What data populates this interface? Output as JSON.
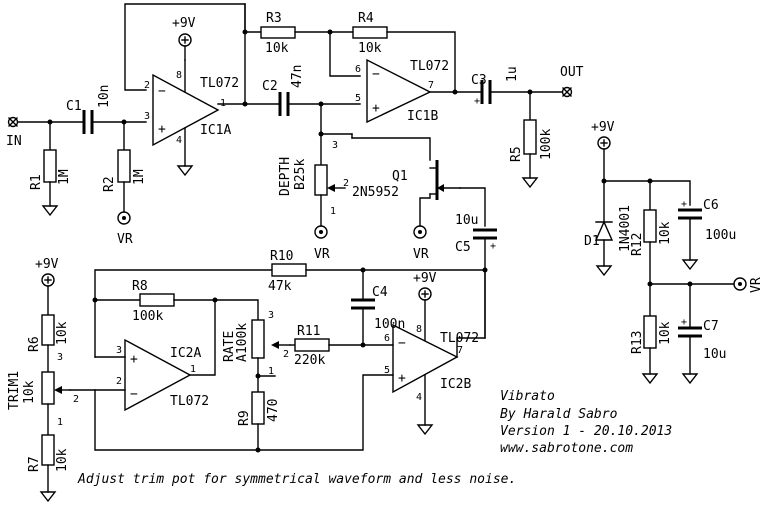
{
  "labels": {
    "in": "IN",
    "out": "OUT",
    "vr": "VR",
    "v9": "+9V",
    "c1": "C1",
    "c1v": "10n",
    "r1": "R1",
    "r1v": "1M",
    "r2": "R2",
    "r2v": "1M",
    "ic1a": "IC1A",
    "tl072": "TL072",
    "r3": "R3",
    "r3v": "10k",
    "r4": "R4",
    "r4v": "10k",
    "c2": "C2",
    "c2v": "47n",
    "ic1b": "IC1B",
    "c3": "C3",
    "c3v": "1u",
    "r5": "R5",
    "r5v": "100k",
    "depth": "DEPTH",
    "depthv": "B25k",
    "q1": "Q1",
    "q1v": "2N5952",
    "c5": "C5",
    "c5v": "10u",
    "d1": "D1",
    "d1v": "1N4001",
    "c6": "C6",
    "c6v": "100u",
    "r12": "R12",
    "r12v": "10k",
    "r13": "R13",
    "r13v": "10k",
    "c7": "C7",
    "c7v": "10u",
    "r10": "R10",
    "r10v": "47k",
    "r8": "R8",
    "r8v": "100k",
    "ic2a": "IC2A",
    "ic2b": "IC2B",
    "rate": "RATE",
    "ratev": "A100k",
    "r11": "R11",
    "r11v": "220k",
    "c4": "C4",
    "c4v": "100n",
    "r6": "R6",
    "r6v": "10k",
    "trim1": "TRIM1",
    "trim1v": "10k",
    "r7": "R7",
    "r7v": "10k",
    "r9": "R9",
    "r9v": "470"
  },
  "pins": {
    "p1": "1",
    "p2": "2",
    "p3": "3",
    "p4": "4",
    "p5": "5",
    "p6": "6",
    "p7": "7",
    "p8": "8"
  },
  "credits": {
    "title": "Vibrato",
    "author": "By Harald Sabro",
    "version": "Version 1 - 20.10.2013",
    "web": "www.sabrotone.com"
  },
  "note": "Adjust trim pot for symmetrical waveform and less noise."
}
